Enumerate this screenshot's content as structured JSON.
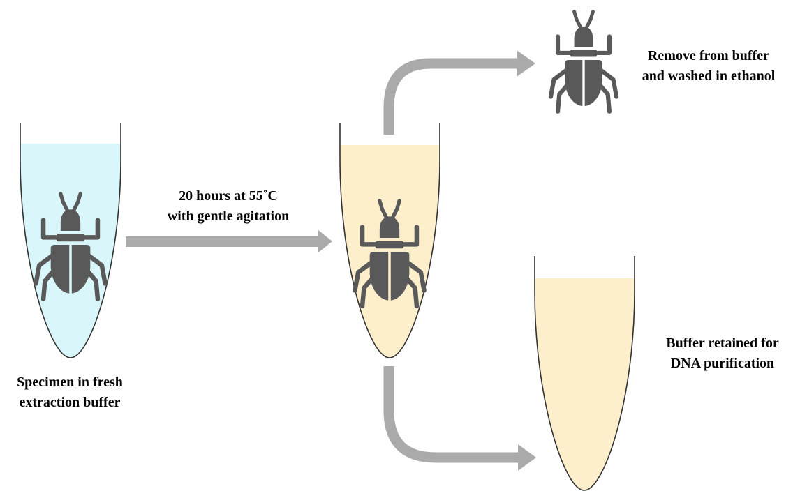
{
  "labels": {
    "tube1_line1": "Specimen in fresh",
    "tube1_line2": "extraction buffer",
    "arrow_line1": "20 hours at 55˚C",
    "arrow_line2": "with gentle agitation",
    "top_line1": "Remove from buffer",
    "top_line2": "and washed in ethanol",
    "bottom_line1": "Buffer retained for",
    "bottom_line2": "DNA purification"
  },
  "colors": {
    "fresh_buffer": "#d9f7fa",
    "used_buffer": "#fdefcb",
    "arrow": "#aaaaaa",
    "beetle": "#595959",
    "tube_outline": "#333333"
  },
  "icons": {
    "beetle": "beetle-icon"
  }
}
